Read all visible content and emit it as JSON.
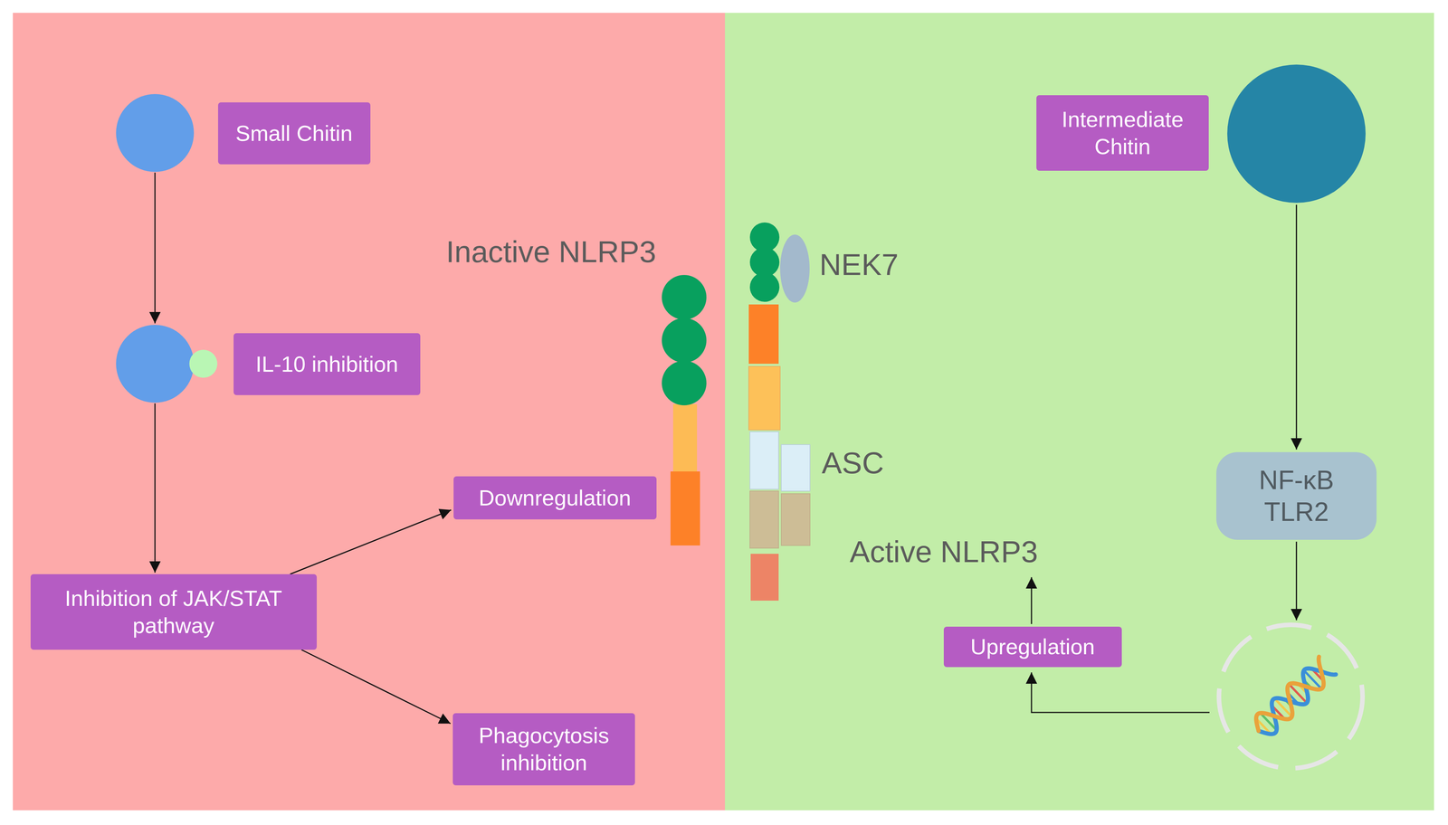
{
  "diagram": {
    "nodes": [
      {
        "text": [
          "Small Chitin"
        ]
      },
      {
        "text": [
          "IL-10 inhibition"
        ]
      },
      {
        "text": [
          "Inhibition of JAK/STAT pathway"
        ]
      },
      {
        "text": [
          "Downregulation"
        ]
      },
      {
        "text": [
          "Phagocytosis inhibition"
        ]
      },
      {
        "text": [
          "Intermediate Chitin"
        ]
      },
      {
        "text": [
          "NF-κB TLR2"
        ]
      },
      {
        "text": [
          "Upregulation"
        ]
      }
    ],
    "edges": [
      {
        "from": 2,
        "to": 3,
        "arrow": "to"
      },
      {
        "from": 2,
        "to": 4,
        "arrow": "to"
      }
    ],
    "labels": [
      "Inactive NLRP3",
      "NEK7",
      "ASC",
      "Active NLRP3"
    ]
  }
}
